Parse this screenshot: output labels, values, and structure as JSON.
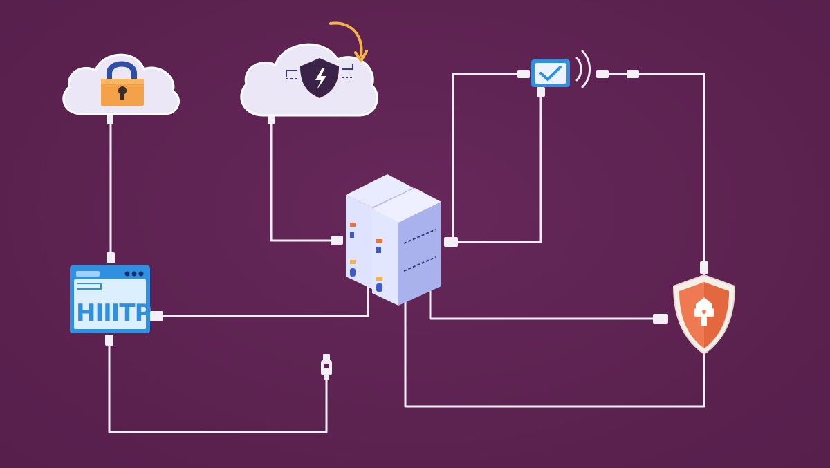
{
  "background_color": "#5e2352",
  "line_color": "#f4eef6",
  "cloud_color": "#ece7f7",
  "server_color": "#c9cdf5",
  "shield_color": "#ef7a52",
  "browser_color": "#2f8fe0",
  "nodes": [
    {
      "name": "cloud-lock",
      "icon": "padlock-icon"
    },
    {
      "name": "cloud-shield",
      "icon": "shield-bolt-icon"
    },
    {
      "name": "checkbox-node",
      "icon": "check-icon"
    },
    {
      "name": "server-stack",
      "icon": "server-icon"
    },
    {
      "name": "browser-window",
      "icon": "browser-icon"
    },
    {
      "name": "security-shield",
      "icon": "shield-icon"
    },
    {
      "name": "usb-plug",
      "icon": "plug-icon"
    }
  ],
  "browser": {
    "label": "HIIITP"
  }
}
